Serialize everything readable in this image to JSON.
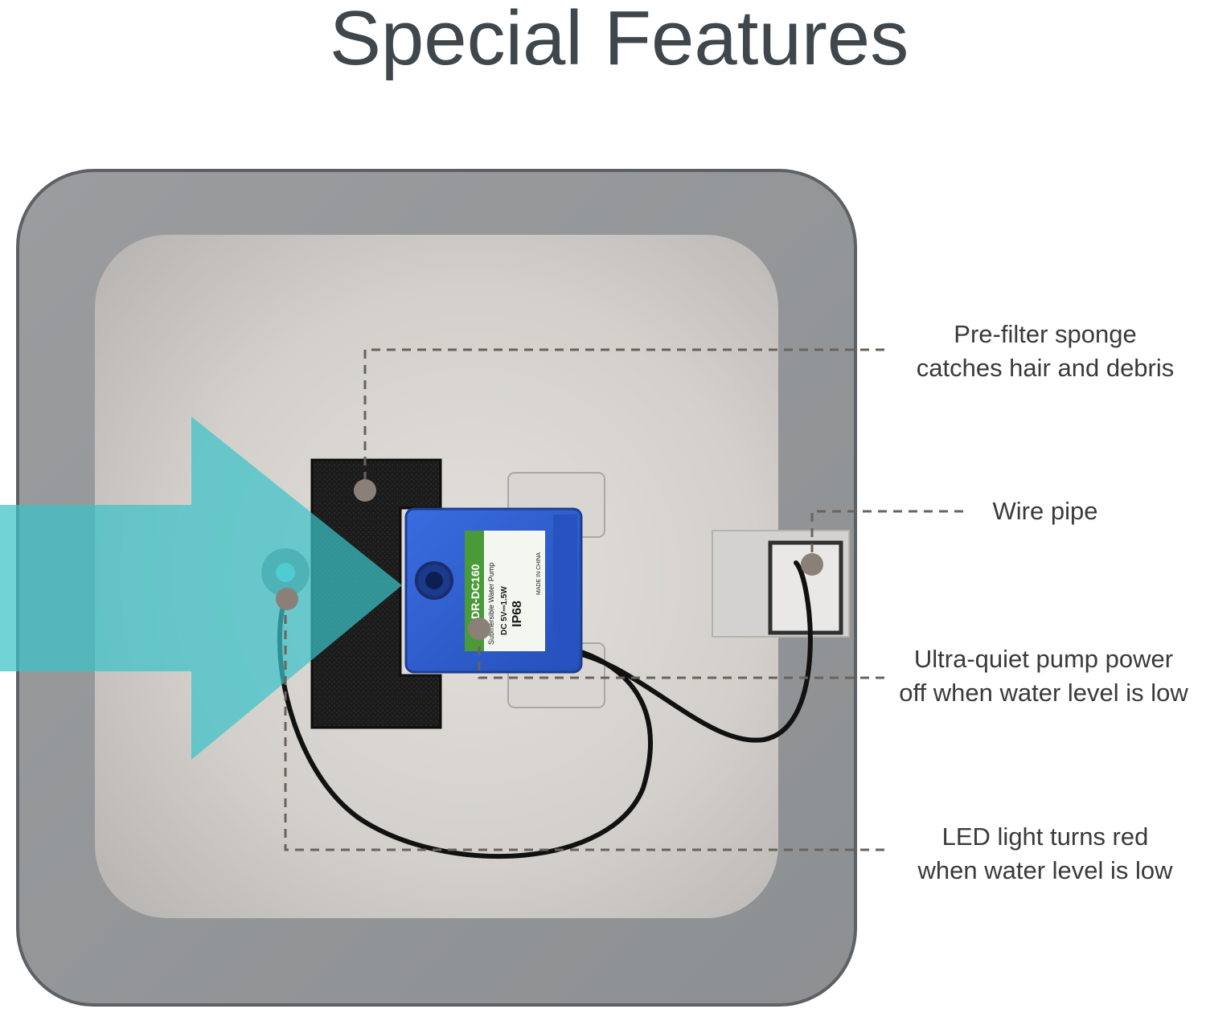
{
  "title": "Special Features",
  "colors": {
    "title_text": "#3f474c",
    "callout_text": "#3a3a3a",
    "leader_line": "#6b625a",
    "marker_dot": "#8b8078",
    "arrow": "#3cc2c8",
    "bowl_rim": "#6e7174",
    "bowl_inner": "#c9c6c3",
    "pump_body": "#2f5fd0",
    "pump_label": "#4a9a3a",
    "sponge": "#1e1e1e",
    "cable": "#111111"
  },
  "pump_label": {
    "model": "DR-DC160",
    "type": "Submersible Water Pump",
    "rating": "DC 5V⎓1.5W",
    "ip": "IP68",
    "origin": "MADE IN CHINA"
  },
  "callouts": [
    {
      "id": "prefilter",
      "lines": [
        "Pre-filter sponge",
        "catches hair and debris"
      ]
    },
    {
      "id": "wire-pipe",
      "lines": [
        "Wire pipe"
      ]
    },
    {
      "id": "pump",
      "lines": [
        "Ultra-quiet pump power",
        "off when water level is low"
      ]
    },
    {
      "id": "led",
      "lines": [
        "LED light turns red",
        "when water level is low"
      ]
    }
  ]
}
